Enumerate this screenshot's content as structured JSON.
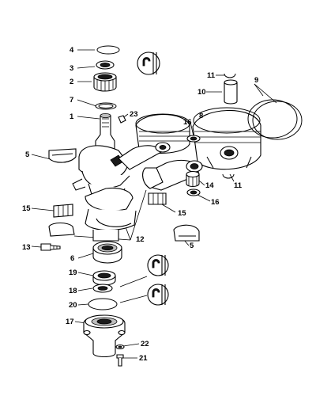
{
  "labels": [
    "1",
    "2",
    "3",
    "4",
    "5",
    "5",
    "6",
    "7",
    "8",
    "9",
    "10",
    "11",
    "11",
    "12",
    "13",
    "14",
    "15",
    "15",
    "16",
    "16",
    "17",
    "18",
    "19",
    "20",
    "21",
    "22",
    "23"
  ],
  "colors": {
    "ink": "#000000",
    "paper": "#ffffff",
    "shade": "#bdbdbd"
  },
  "icons": [
    "grease-application-icon",
    "grease-application-icon",
    "grease-application-icon"
  ]
}
